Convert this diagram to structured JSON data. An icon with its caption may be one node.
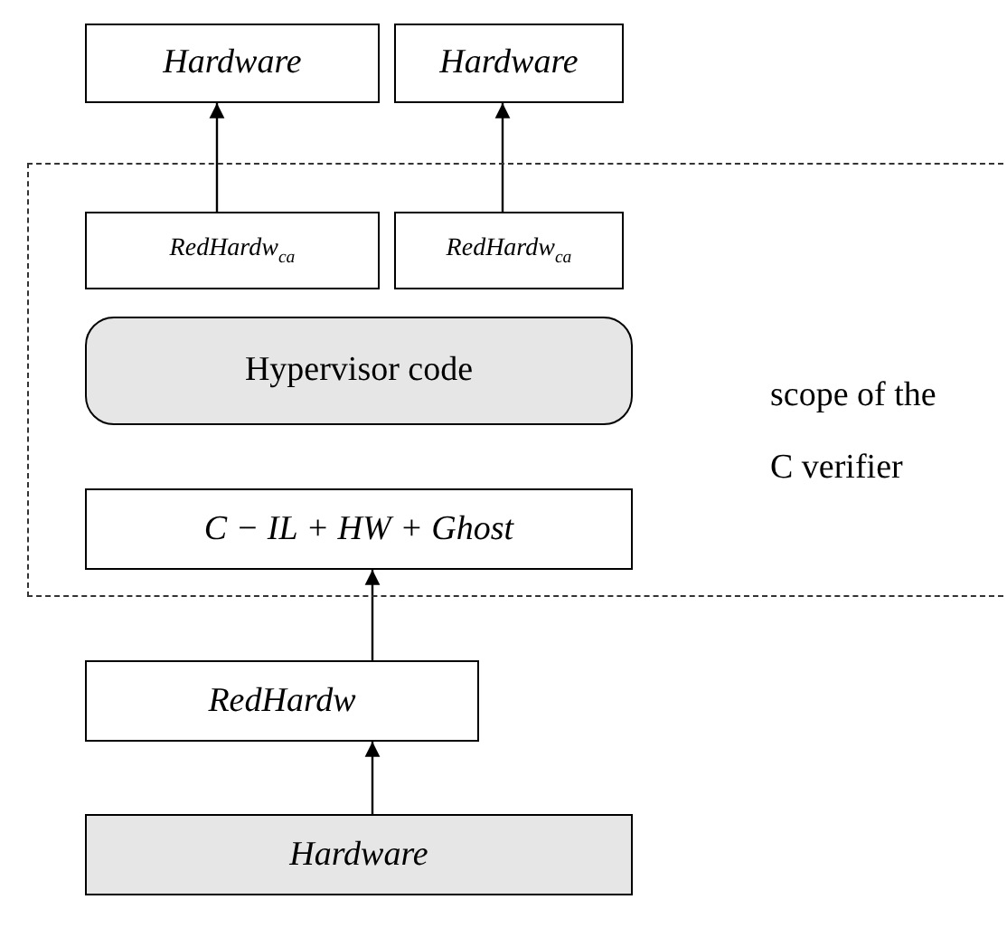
{
  "diagram": {
    "nodes": [
      {
        "text": [
          "Hardware"
        ]
      },
      {
        "text": [
          "Hardware"
        ]
      },
      {
        "text": [
          "scope of the C verifier"
        ]
      },
      {
        "text": [
          "RedHardw$_{ca}$"
        ],
        "in": 2
      },
      {
        "text": [
          "RedHardw$_{ca}$"
        ],
        "in": 2
      },
      {
        "text": [
          "Hypervisor code"
        ],
        "in": 2
      },
      {
        "text": [
          "C − IL + HW + Ghost"
        ],
        "in": 2
      },
      {
        "text": [
          "RedHardw"
        ]
      },
      {
        "text": [
          "Hardware"
        ]
      }
    ],
    "edges": [
      {
        "from": 3,
        "to": 0,
        "arrow": "to"
      },
      {
        "from": 4,
        "to": 1,
        "arrow": "to"
      },
      {
        "from": 7,
        "to": 6,
        "arrow": "to"
      },
      {
        "from": 8,
        "to": 7,
        "arrow": "to"
      }
    ]
  }
}
